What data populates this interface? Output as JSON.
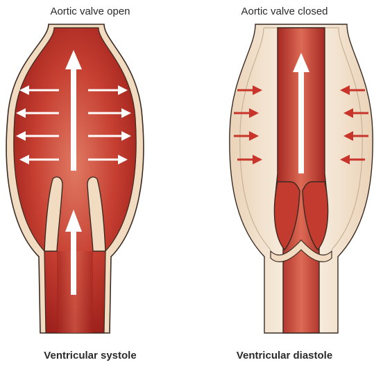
{
  "labels": {
    "open": "Aortic valve open",
    "closed": "Aortic valve closed",
    "systole": "Ventricular systole",
    "diastole": "Ventricular diastole"
  },
  "colors": {
    "wall_outer": "#f3e6d3",
    "wall_stroke": "#3a2a22",
    "blood_dark": "#a8231f",
    "blood_light": "#d9644f",
    "arrow_white": "#ffffff",
    "arrow_red": "#c8342a"
  }
}
